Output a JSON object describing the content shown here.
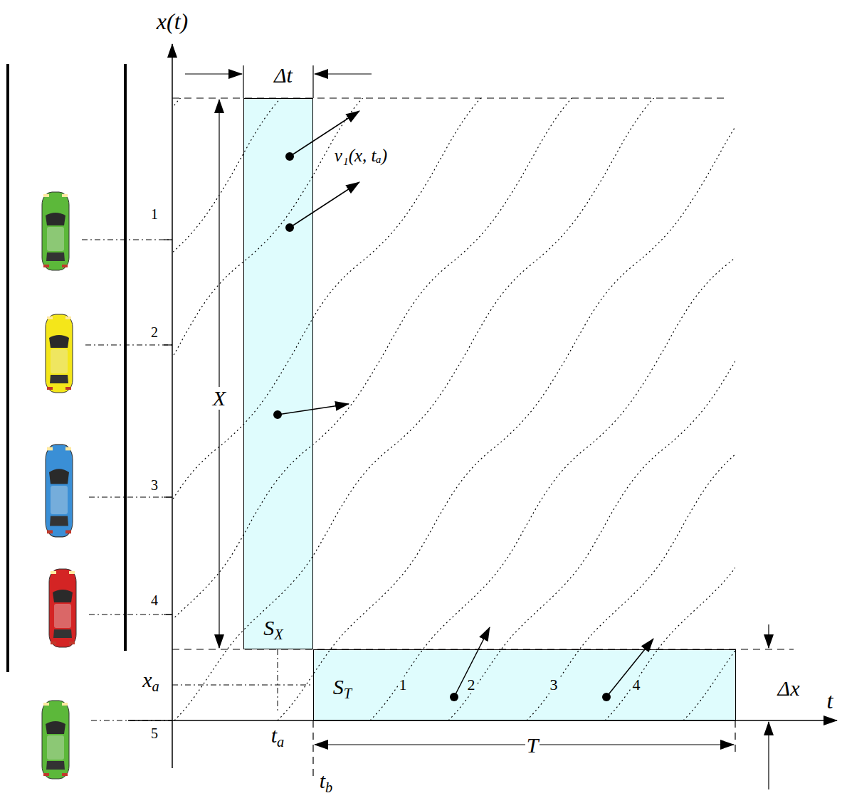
{
  "diagram": {
    "nodes": [
      {
        "text": [
          "SX"
        ]
      },
      {
        "text": [
          "ST"
        ]
      }
    ],
    "labels": [
      "x(t)",
      "t",
      "Δt",
      "X",
      "T",
      "Δx",
      "xa",
      "ta",
      "tb",
      "v₁(x, tₐ)",
      "1",
      "2",
      "3",
      "4",
      "5",
      "1",
      "2",
      "3",
      "4"
    ]
  }
}
